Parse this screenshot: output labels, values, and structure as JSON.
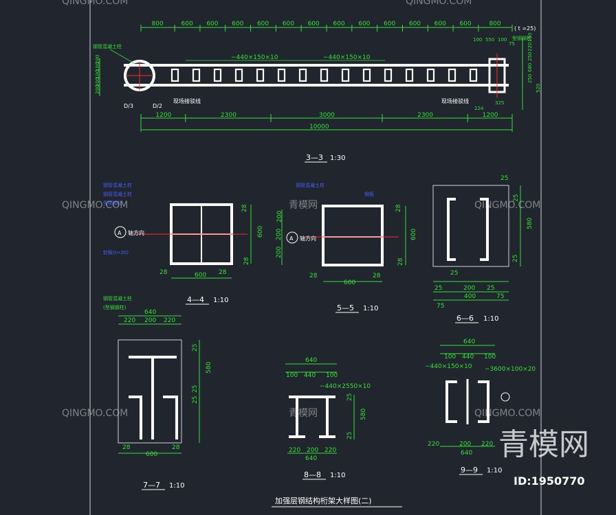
{
  "drawing_title": "加强层钢结构桁架大样图(二)",
  "colors": {
    "background": "#20252e",
    "dimension": "#35e135",
    "member": "#ffffff",
    "annotation": "#4a5dff",
    "axis": "#ff2a2a"
  },
  "section_33": {
    "title": "3—3",
    "scale": "1:30",
    "top_dims": [
      "800",
      "600",
      "600",
      "600",
      "600",
      "600",
      "600",
      "600",
      "600",
      "600",
      "600",
      "600",
      "600",
      "800"
    ],
    "top_right_note": "( t =25)",
    "plate_left": "−440×150×10",
    "plate_right": "−440×150×10",
    "label_left_col": "钢管混凝土柱",
    "label_right_col": "型钢钢柱",
    "note_left": "现场接驳线",
    "note_right": "现场接驳线",
    "axis_marks": [
      "D/3",
      "D/2"
    ],
    "left_dims": [
      "200",
      "100",
      "100",
      "200",
      "200"
    ],
    "right_dims": [
      "100",
      "550",
      "100",
      "75",
      "150",
      "220",
      "250",
      "680",
      "250",
      "520",
      "224",
      "325"
    ],
    "bottom_dims": [
      "1200",
      "2300",
      "3000",
      "2300",
      "1200"
    ],
    "total": "10000"
  },
  "section_44": {
    "title": "4—4",
    "scale": "1:10",
    "dims_bottom": [
      "28",
      "600",
      "28"
    ],
    "dims_side": [
      "28",
      "600",
      "28"
    ],
    "axis_label": "A",
    "axis_note": "轴方向",
    "notes": [
      "钢管混凝土柱",
      "钢管混凝土柱",
      "型钢钢柱",
      "封板(t=20)"
    ]
  },
  "section_55": {
    "title": "5—5",
    "scale": "1:10",
    "dims_bottom": [
      "28",
      "600",
      "28"
    ],
    "dims_side": [
      "200",
      "200",
      "200"
    ],
    "dims_right": [
      "28",
      "600",
      "28"
    ],
    "axis_label": "A",
    "axis_note": "轴方向",
    "notes": [
      "钢管混凝土柱",
      "钢板"
    ]
  },
  "section_66": {
    "title": "6—6",
    "scale": "1:10",
    "dims_bottom": [
      "25",
      "25",
      "200",
      "25",
      "400",
      "75",
      "75"
    ],
    "dims_right": [
      "25",
      "580",
      "25"
    ],
    "top_dim": "25"
  },
  "section_77": {
    "title": "7—7",
    "scale": "1:10",
    "label": "钢管混凝土柱",
    "label2": "(型钢钢柱)",
    "dims_top": [
      "640",
      "220",
      "200",
      "220"
    ],
    "dims_bottom": [
      "28",
      "600",
      "28"
    ],
    "dims_right": [
      "25",
      "580",
      "25",
      "25"
    ]
  },
  "section_88": {
    "title": "8—8",
    "scale": "1:10",
    "dims_top": [
      "640",
      "100",
      "440",
      "100"
    ],
    "plate": "−440×2550×10",
    "dims_right": [
      "25",
      "580",
      "25"
    ],
    "dims_bottom": [
      "220",
      "200",
      "220",
      "640"
    ]
  },
  "section_99": {
    "title": "9—9",
    "scale": "1:10",
    "dims_top": [
      "640",
      "100",
      "440",
      "100"
    ],
    "plate_a": "−440×150×10",
    "plate_b": "−3600×100×20",
    "dims_bottom": [
      "220",
      "200",
      "220",
      "640"
    ]
  },
  "watermark": {
    "text": "QINGMO.COM",
    "cn_small": "青模网",
    "cn_big": "青模网",
    "id": "ID:1950770"
  }
}
